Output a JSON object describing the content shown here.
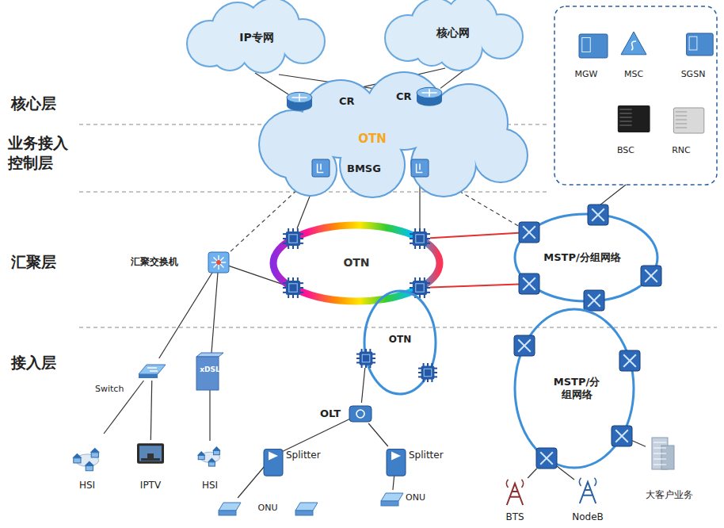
{
  "diagram": {
    "nodes": [
      {
        "text": [
          "IP专网"
        ]
      },
      {
        "text": [
          "核心网"
        ]
      },
      {
        "text": [
          "CR"
        ]
      },
      {
        "text": [
          "CR"
        ]
      },
      {
        "text": [
          "OTN"
        ]
      },
      {
        "text": [
          "BMSG"
        ],
        "in": 4
      },
      {
        "text": [
          "MGW"
        ]
      },
      {
        "text": [
          "MSC"
        ]
      },
      {
        "text": [
          "SGSN"
        ]
      },
      {
        "text": [
          "BSC"
        ]
      },
      {
        "text": [
          "RNC"
        ]
      },
      {
        "text": [
          "汇聚交换机"
        ]
      },
      {
        "text": [
          "OTN"
        ]
      },
      {
        "text": [
          "MSTP/分组网络"
        ]
      },
      {
        "text": [
          "OTN"
        ]
      },
      {
        "text": [
          "MSTP/分组网络"
        ]
      },
      {
        "text": [
          "Switch"
        ]
      },
      {
        "text": [
          "xDSL"
        ]
      },
      {
        "text": [
          "OLT"
        ]
      },
      {
        "text": [
          "Splitter"
        ]
      },
      {
        "text": [
          "Splitter"
        ]
      },
      {
        "text": [
          "HSI"
        ]
      },
      {
        "text": [
          "IPTV"
        ]
      },
      {
        "text": [
          "HSI"
        ]
      },
      {
        "text": [
          "ONU"
        ]
      },
      {
        "text": [
          "ONU"
        ]
      },
      {
        "text": [
          "BTS"
        ]
      },
      {
        "text": [
          "NodeB"
        ]
      },
      {
        "text": [
          "大客户业务"
        ]
      }
    ],
    "edges": [
      {
        "from": 2,
        "to": 0,
        "arrow": "none"
      },
      {
        "from": 2,
        "to": 1,
        "arrow": "none"
      },
      {
        "from": 3,
        "to": 0,
        "arrow": "none"
      },
      {
        "from": 3,
        "to": 1,
        "arrow": "none"
      },
      {
        "from": 5,
        "to": 11,
        "arrow": "none"
      },
      {
        "from": 5,
        "to": 12,
        "arrow": "none"
      },
      {
        "from": 5,
        "to": 12,
        "arrow": "none"
      },
      {
        "from": 5,
        "to": 13,
        "arrow": "none"
      },
      {
        "from": 11,
        "to": 12,
        "arrow": "none"
      },
      {
        "from": 12,
        "to": 13,
        "arrow": "none"
      },
      {
        "from": 12,
        "to": 13,
        "arrow": "none"
      },
      {
        "from": 11,
        "to": 16,
        "arrow": "none"
      },
      {
        "from": 11,
        "to": 17,
        "arrow": "none"
      },
      {
        "from": 16,
        "to": 21,
        "arrow": "none"
      },
      {
        "from": 16,
        "to": 22,
        "arrow": "none"
      },
      {
        "from": 17,
        "to": 23,
        "arrow": "none"
      },
      {
        "from": 14,
        "to": 18,
        "arrow": "none"
      },
      {
        "from": 18,
        "to": 19,
        "arrow": "none"
      },
      {
        "from": 18,
        "to": 20,
        "arrow": "none"
      },
      {
        "from": 19,
        "to": 24,
        "arrow": "none"
      },
      {
        "from": 20,
        "to": 25,
        "arrow": "none"
      },
      {
        "from": 15,
        "to": 26,
        "arrow": "none"
      },
      {
        "from": 15,
        "to": 27,
        "arrow": "none"
      },
      {
        "from": 15,
        "to": 28,
        "arrow": "none"
      }
    ],
    "labels": [
      "核心层",
      "业务接入控制层",
      "汇聚层",
      "接入层"
    ]
  }
}
